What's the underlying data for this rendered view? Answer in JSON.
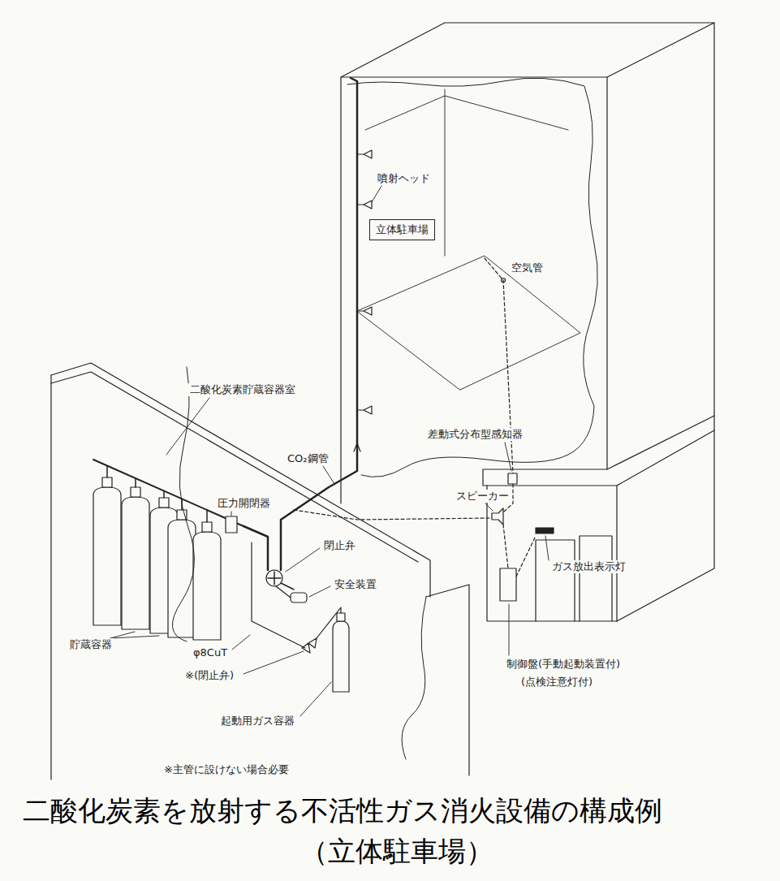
{
  "diagram": {
    "title": "二酸化炭素を放射する不活性ガス消火設備の構成例",
    "caption": "（立体駐車場）",
    "nodes": [
      {
        "text": [
          "立体駐車場"
        ]
      }
    ],
    "labels": [
      "噴射ヘッド",
      "空気管",
      "二酸化炭素貯蔵容器室",
      "CO₂鋼管",
      "差動式分布型感知器",
      "圧力開閉器",
      "閉止弁",
      "安全装置",
      "スピーカー",
      "ガス放出表示灯",
      "貯蔵容器",
      "φ8CuT",
      "※(閉止弁)",
      "制御盤(手動起動装置付)",
      "(点検注意灯付)",
      "起動用ガス容器",
      "※主管に設けない場合必要"
    ]
  }
}
